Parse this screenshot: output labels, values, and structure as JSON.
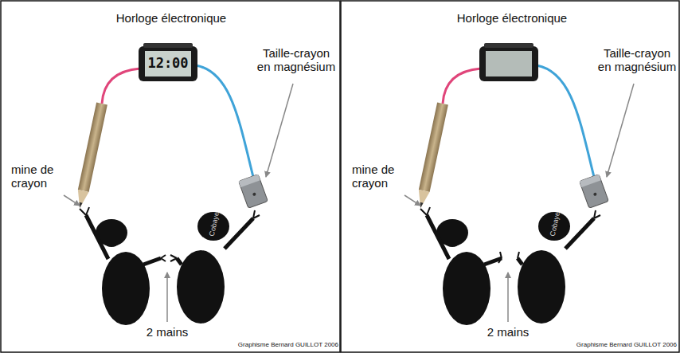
{
  "diagram": {
    "labels": [
      "Horloge électronique",
      "12:00",
      "Taille-crayon en magnésium",
      "mine de crayon",
      "Cobaye",
      "2 mains",
      "Graphisme Bernard GUILLOT 2006",
      "Horloge électronique",
      "Taille-crayon en magnésium",
      "mine de crayon",
      "Cobaye",
      "2 mains",
      "Graphisme Bernard GUILLOT 2006"
    ]
  }
}
